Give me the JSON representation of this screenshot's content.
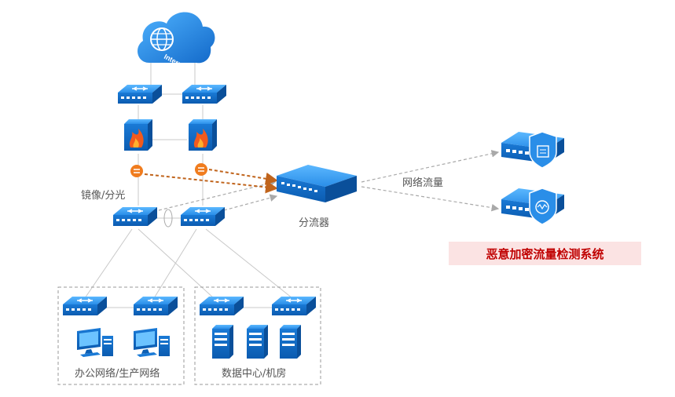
{
  "cloud_label": "Internet",
  "labels": {
    "mirror": "镜像/分光",
    "splitter": "分流器",
    "traffic": "网络流量",
    "office": "办公网络/生产网络",
    "datacenter": "数据中心/机房"
  },
  "system_title": "恶意加密流量检测系统",
  "colors": {
    "device_blue": "#1e88e5",
    "device_dark": "#0d5fb3",
    "tap_orange": "#f07c1e",
    "mirror_arrow": "#c0641c",
    "title_red": "#c00000",
    "title_bg": "#fbe3e3"
  }
}
